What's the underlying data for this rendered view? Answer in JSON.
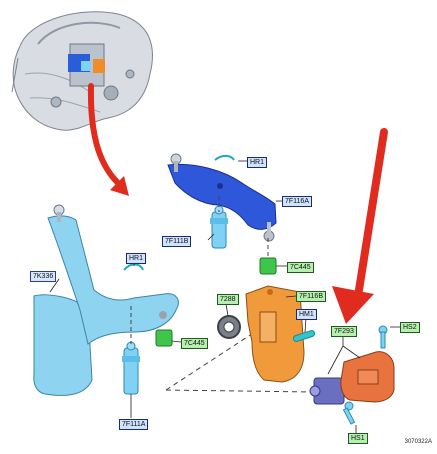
{
  "labels": {
    "hr1_top": "HR1",
    "f116a": "7F116A",
    "f111b": "7F111B",
    "c445_top": "7C445",
    "k336": "7K336",
    "hr1_mid": "HR1",
    "c445_mid": "7C445",
    "f111a": "7F111A",
    "p7288": "7288",
    "f116b": "7F116B",
    "hm1": "HM1",
    "p7f293": "7F293",
    "hs2": "HS2",
    "hs1": "HS1"
  },
  "drawing_code": "3070322A",
  "colors": {
    "label_blue_bg": "#cfe3ff",
    "label_green_bg": "#b7efb1",
    "arrow_red": "#e12b1f",
    "lever_blue": "#2f57d9",
    "light_blue": "#8ed4f1",
    "orange": "#f19a3b"
  }
}
